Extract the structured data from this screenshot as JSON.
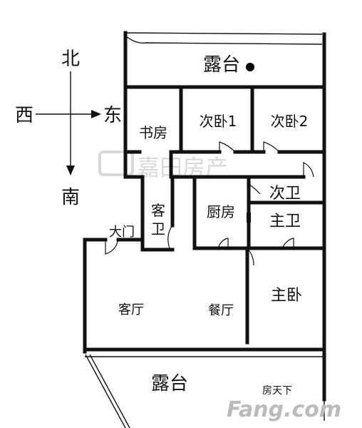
{
  "compass": {
    "north": "北",
    "south": "南",
    "west": "西",
    "east": "东"
  },
  "rooms": {
    "terrace_top": "露台",
    "study": "书房",
    "second_bedroom_1": "次卧1",
    "second_bedroom_2": "次卧2",
    "guest_bath_line1": "客",
    "guest_bath_line2": "卫",
    "kitchen": "厨房",
    "second_bath": "次卫",
    "master_bath": "主卫",
    "main_door": "大门",
    "living_room": "客厅",
    "dining_room": "餐厅",
    "master_bedroom": "主卧",
    "terrace_bottom": "露台"
  },
  "watermarks": {
    "center": "嘉田房产",
    "corner_small": "房天下",
    "corner_logo": "Fang.com"
  },
  "colors": {
    "wall": "#111111",
    "watermark": "#d9d9d9",
    "logo": "#bbbbbb",
    "sun_marker": "#000000"
  }
}
